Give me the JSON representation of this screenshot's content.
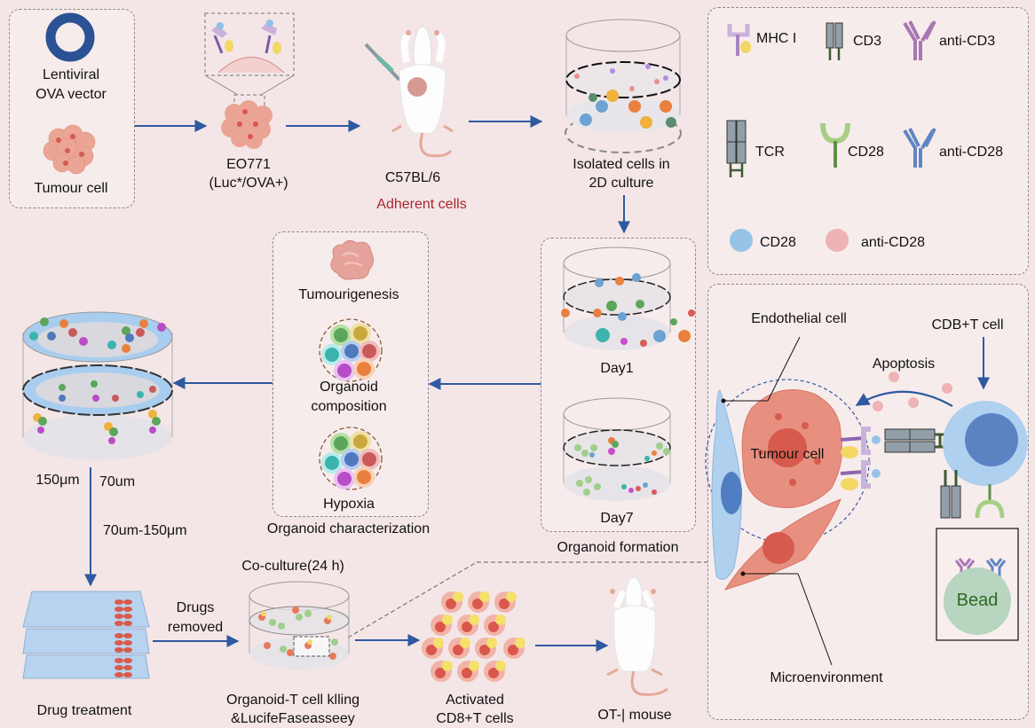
{
  "diagram": {
    "colors": {
      "background": "#f4e6e7",
      "arrow": "#2f59a0",
      "highlight_text": "#a8262b",
      "mhc": "#c9aedb",
      "peptide": "#f4d86a",
      "cd3": "#939fa8",
      "anti_cd3": "#a877b2",
      "cd28": "#87b86c",
      "anti_cd28": "#5f86c4",
      "cd28_dot": "#96c4e6",
      "anti_cd28_dot": "#eeb3b4",
      "tumour": "#e8907f",
      "t_cell": "#afd0ef",
      "bead": "#b7d5bf"
    },
    "step1": {
      "vector_label_line1": "Lentiviral",
      "vector_label_line2": "OVA vector",
      "cell_label": "Tumour cell"
    },
    "step2": {
      "line1": "EO771",
      "line2": "(Luc*/OVA+)"
    },
    "step3": {
      "mouse": "C57BL/6",
      "note": "Adherent cells"
    },
    "step4": {
      "line1": "Isolated cells in",
      "line2": "2D culture"
    },
    "formation": {
      "day1": "Day1",
      "day7": "Day7",
      "title": "Organoid formation"
    },
    "characterization": {
      "item1": "Tumourigenesis",
      "item2_line1": "Organoid",
      "item2_line2": "composition",
      "item3": "Hypoxia",
      "title": "Organoid characterization"
    },
    "filter": {
      "size_a": "150μm",
      "size_b": "70um",
      "range": "70um-150μm"
    },
    "bottom": {
      "drug_treatment": "Drug treatment",
      "drugs_removed_line1": "Drugs",
      "drugs_removed_line2": "removed",
      "coculture_title": "Co-culture(24 h)",
      "coculture_line1": "Organoid-T cell klling",
      "coculture_line2": "&LucifeFaseasseey",
      "activated_line1": "Activated",
      "activated_line2": "CD8+T cells",
      "mouse": "OT-| mouse"
    },
    "legend": {
      "items": [
        {
          "label": "MHC I",
          "icon": "mhc-i-icon"
        },
        {
          "label": "CD3",
          "icon": "cd3-icon"
        },
        {
          "label": "anti-CD3",
          "icon": "anti-cd3-antibody-icon"
        },
        {
          "label": "TCR",
          "icon": "tcr-icon"
        },
        {
          "label": "CD28",
          "icon": "cd28-receptor-icon"
        },
        {
          "label": "anti-CD28",
          "icon": "anti-cd28-antibody-icon"
        },
        {
          "label": "CD28",
          "icon": "cd28-dot-icon"
        },
        {
          "label": "anti-CD28",
          "icon": "anti-cd28-dot-icon"
        }
      ]
    },
    "mechanism": {
      "endothelial": "Endothelial cell",
      "t_cell": "CDB+T cell",
      "apoptosis": "Apoptosis",
      "tumour": "Tumour cell",
      "micro": "Microenvironment",
      "bead": "Bead"
    }
  }
}
